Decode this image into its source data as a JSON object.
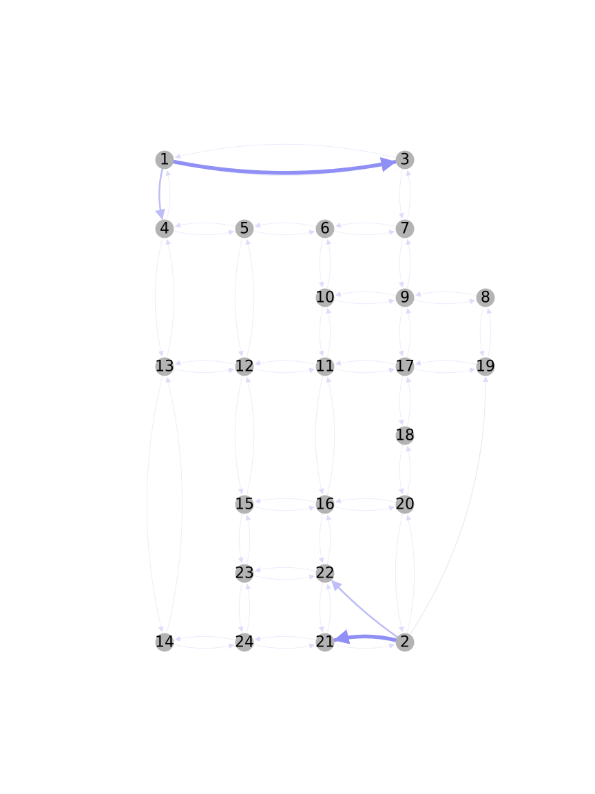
{
  "graph": {
    "node_color": "#b3b3b3",
    "edge_color": "#8f8ff5",
    "faint_edge_color": "#dcdcfb",
    "nodes": [
      {
        "id": "1"
      },
      {
        "id": "2"
      },
      {
        "id": "3"
      },
      {
        "id": "4"
      },
      {
        "id": "5"
      },
      {
        "id": "6"
      },
      {
        "id": "7"
      },
      {
        "id": "8"
      },
      {
        "id": "9"
      },
      {
        "id": "10"
      },
      {
        "id": "11"
      },
      {
        "id": "12"
      },
      {
        "id": "13"
      },
      {
        "id": "14"
      },
      {
        "id": "15"
      },
      {
        "id": "16"
      },
      {
        "id": "17"
      },
      {
        "id": "18"
      },
      {
        "id": "19"
      },
      {
        "id": "20"
      },
      {
        "id": "21"
      },
      {
        "id": "22"
      },
      {
        "id": "23"
      },
      {
        "id": "24"
      }
    ],
    "edges": [
      {
        "source": "1",
        "target": "3",
        "weight": 1.0
      },
      {
        "source": "1",
        "target": "4",
        "weight": 0.45
      },
      {
        "source": "2",
        "target": "21",
        "weight": 0.9
      },
      {
        "source": "2",
        "target": "22",
        "weight": 0.45
      },
      {
        "source": "2",
        "target": "19",
        "weight": 0.08
      }
    ]
  }
}
